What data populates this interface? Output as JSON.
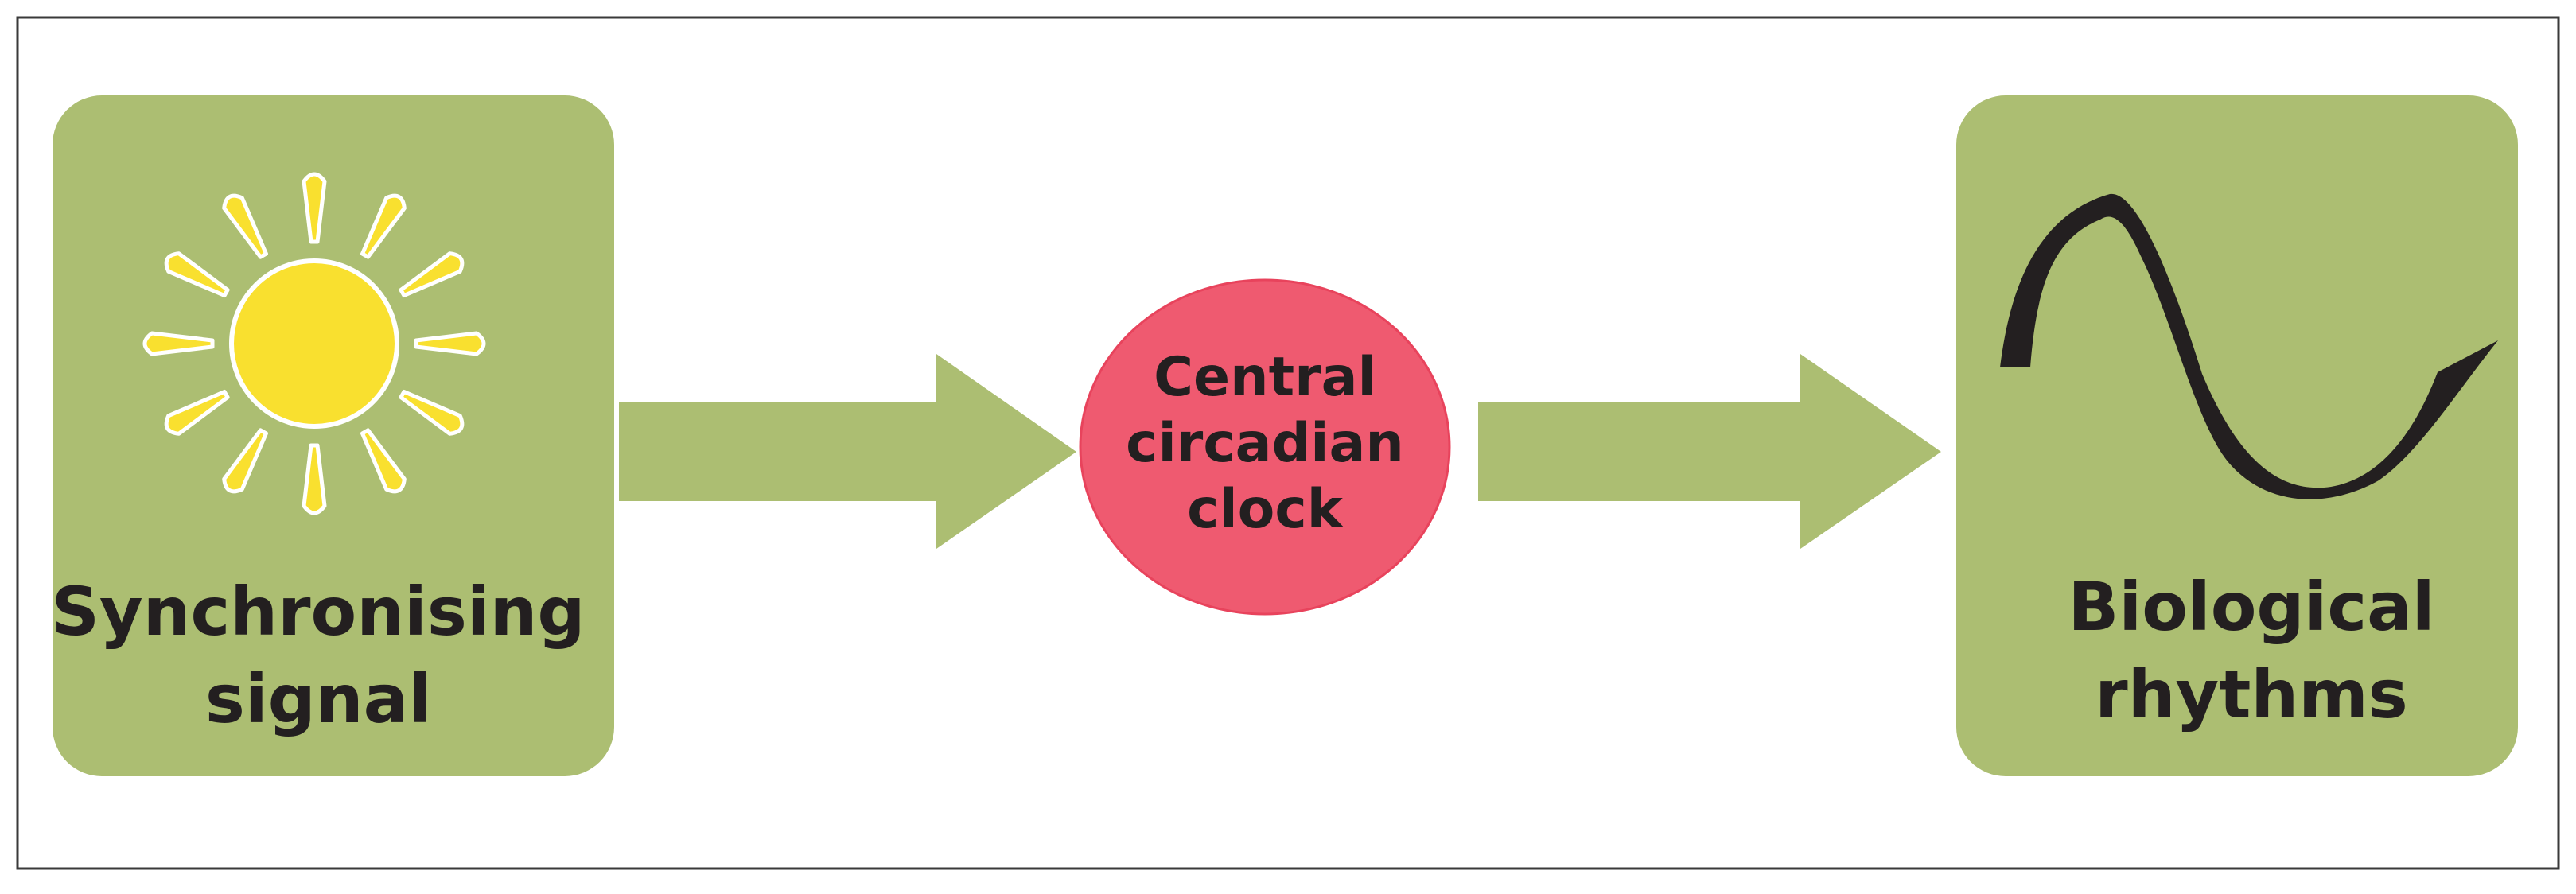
{
  "nodes": {
    "signal": {
      "line1": "Synchronising",
      "line2": "signal"
    },
    "clock": {
      "line1": "Central",
      "line2": "circadian",
      "line3": "clock"
    },
    "rhythms": {
      "line1": "Biological",
      "line2": "rhythms"
    }
  },
  "icons": {
    "signal": "sun-icon",
    "rhythms": "wave-icon"
  },
  "colors": {
    "box_fill": "#acbe72",
    "arrow_fill": "#acbe72",
    "clock_fill": "#ef5a70",
    "sun_fill": "#f9e02f",
    "text": "#231f20",
    "wave": "#231f20",
    "frame": "#3a3a3a"
  }
}
